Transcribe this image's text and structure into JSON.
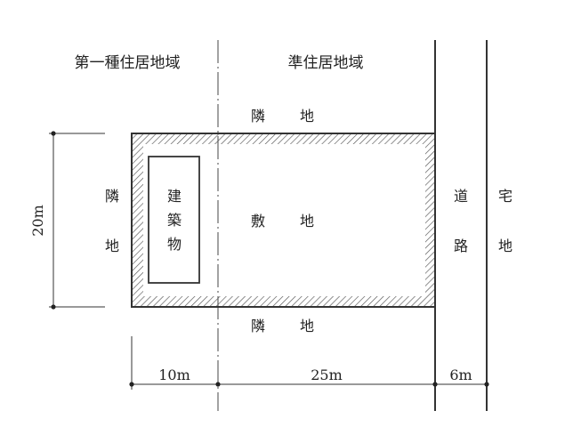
{
  "zones": {
    "left": "第一種住居地域",
    "right": "準住居地域"
  },
  "labels": {
    "neighbor_top": [
      "隣",
      "地"
    ],
    "neighbor_bottom": [
      "隣",
      "地"
    ],
    "neighbor_left": [
      "隣",
      "地"
    ],
    "building": [
      "建",
      "築",
      "物"
    ],
    "site": [
      "敷",
      "地"
    ],
    "road": [
      "道",
      "路"
    ],
    "residential": [
      "宅",
      "地"
    ]
  },
  "dimensions": {
    "height": "20m",
    "left_width": "10m",
    "right_width": "25m",
    "road_width": "6m"
  },
  "colors": {
    "line": "#333333",
    "hatch": "#555555"
  }
}
